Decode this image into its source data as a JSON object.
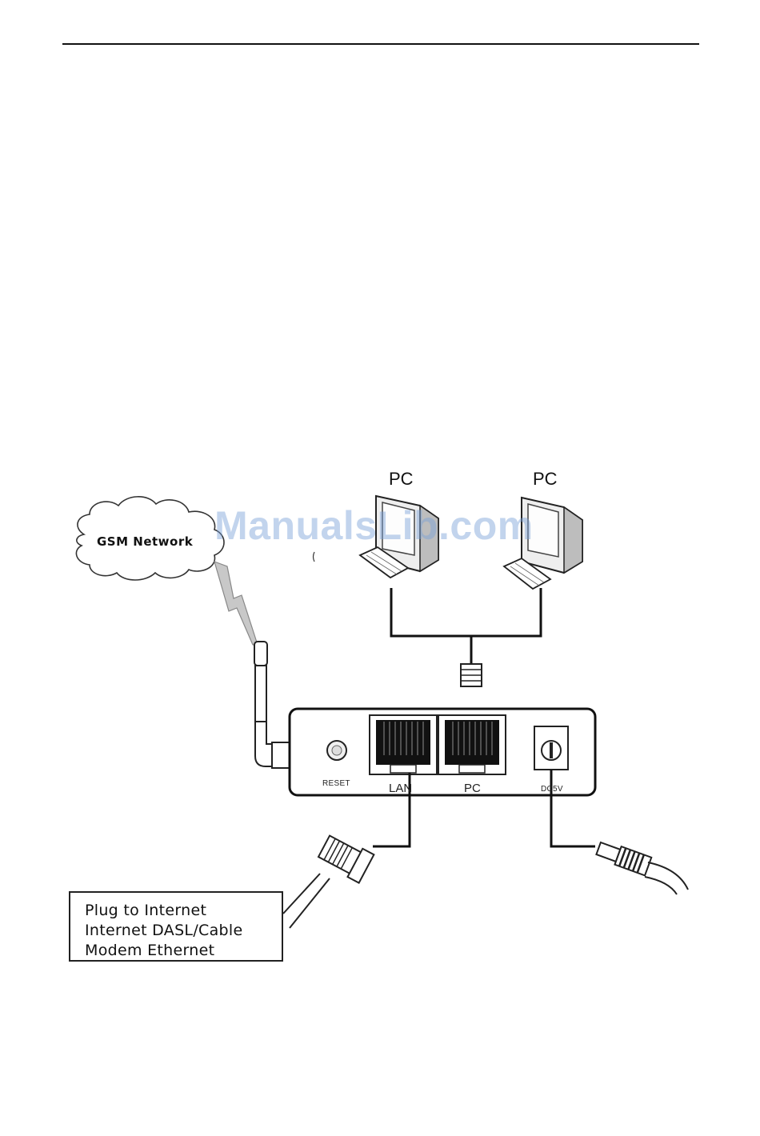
{
  "diagram": {
    "pc_left_label": "PC",
    "pc_right_label": "PC",
    "cloud_label": "GSM Network",
    "watermark": "ManualsLib.com",
    "device": {
      "reset_label": "RESET",
      "lan_label": "LAN",
      "pc_port_label": "PC",
      "power_label": "DC5V"
    },
    "info_box": {
      "lines": [
        "Plug to Internet",
        "Internet DASL/Cable",
        "Modem Ethernet"
      ]
    }
  }
}
